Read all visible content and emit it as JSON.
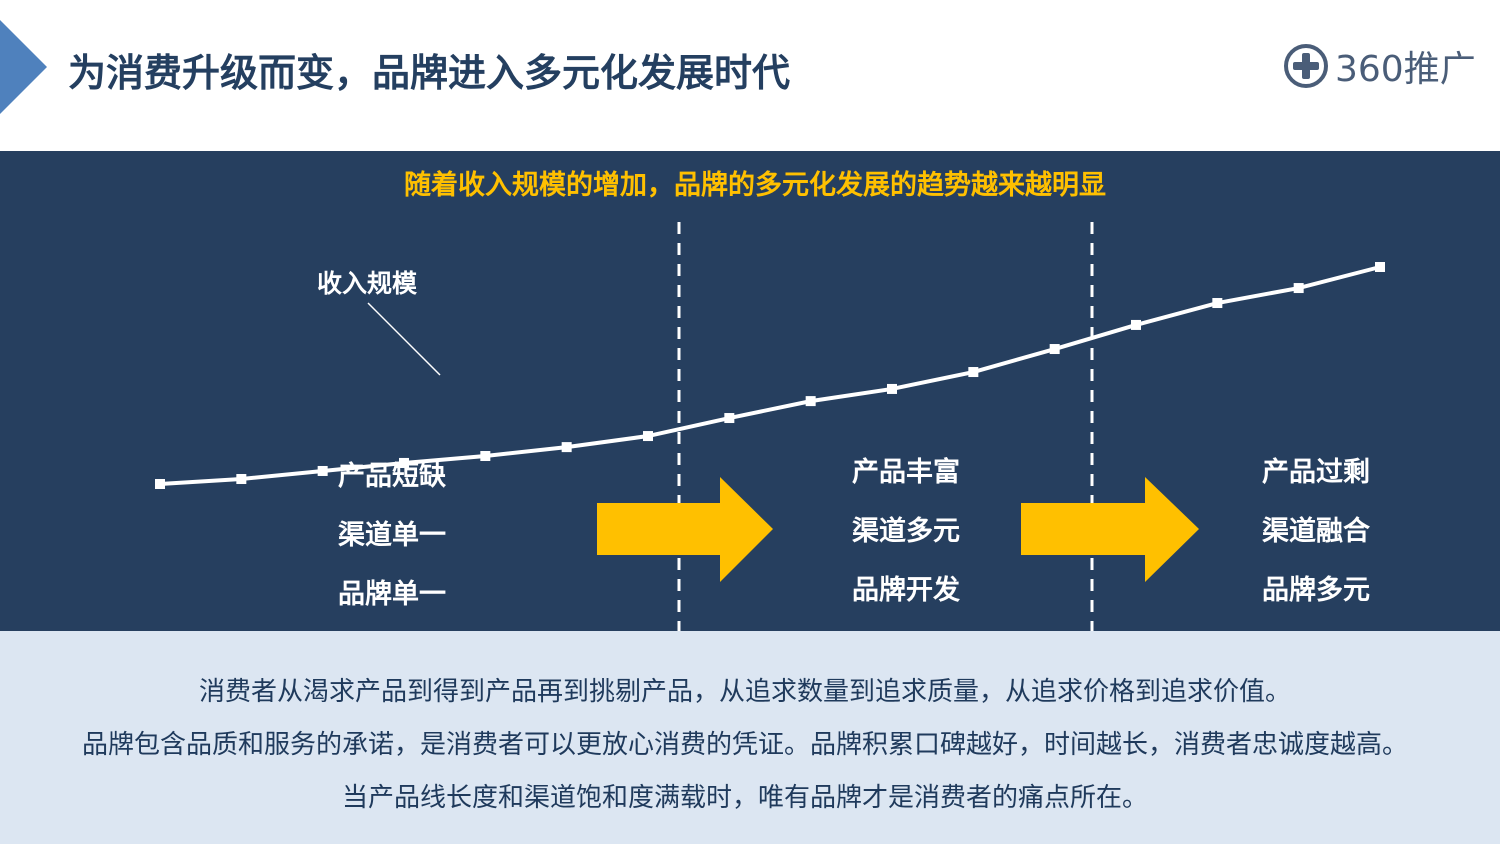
{
  "header": {
    "title": "为消费升级而变，品牌进入多元化发展时代",
    "logo_text": "360推广"
  },
  "panel": {
    "subtitle": "随着收入规模的增加，品牌的多元化发展的趋势越来越明显",
    "curve_label": "收入规模",
    "stages": [
      {
        "lines": [
          "产品短缺",
          "渠道单一",
          "品牌单一"
        ]
      },
      {
        "lines": [
          "产品丰富",
          "渠道多元",
          "品牌开发"
        ]
      },
      {
        "lines": [
          "产品过剩",
          "渠道融合",
          "品牌多元"
        ]
      }
    ]
  },
  "chart_data": {
    "type": "line",
    "title": "收入规模",
    "x": [
      1,
      2,
      3,
      4,
      5,
      6,
      7,
      8,
      9,
      10,
      11,
      12,
      13,
      14,
      15,
      16
    ],
    "values": [
      0,
      2.3,
      6,
      9.7,
      12.9,
      17,
      22.1,
      30.4,
      38.2,
      43.8,
      51.6,
      62.2,
      73.3,
      83.4,
      90.3,
      100
    ],
    "ylim": [
      0,
      100
    ],
    "stage_boundaries_after_x": [
      7.4,
      12.5
    ]
  },
  "colors": {
    "panel": "#263f5f",
    "accent": "#ffc000",
    "title": "#243f60",
    "bottom": "#dce6f2"
  },
  "footer": {
    "lines": [
      "消费者从渴求产品到得到产品再到挑剔产品，从追求数量到追求质量，从追求价格到追求价值。",
      "品牌包含品质和服务的承诺，是消费者可以更放心消费的凭证。品牌积累口碑越好，时间越长，消费者忠诚度越高。",
      "当产品线长度和渠道饱和度满载时，唯有品牌才是消费者的痛点所在。"
    ]
  }
}
